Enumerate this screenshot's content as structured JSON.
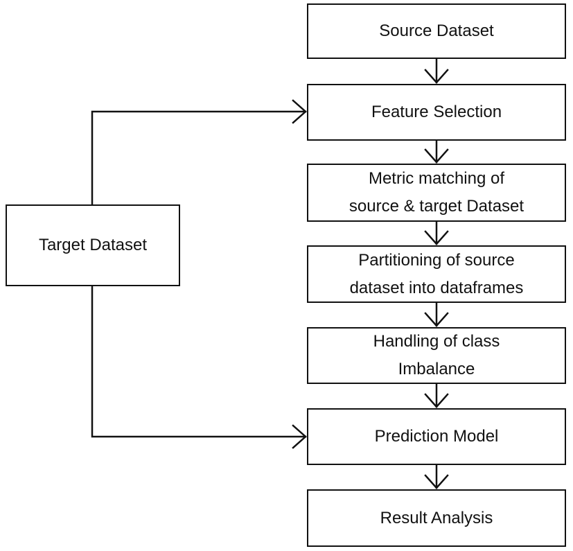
{
  "diagram": {
    "flow_boxes": [
      {
        "id": "source",
        "label": "Source Dataset"
      },
      {
        "id": "feature",
        "label": "Feature Selection"
      },
      {
        "id": "metric",
        "label": "Metric matching of\nsource & target Dataset"
      },
      {
        "id": "partition",
        "label": "Partitioning of source\ndataset into dataframes"
      },
      {
        "id": "imbalance",
        "label": "Handling of class\nImbalance"
      },
      {
        "id": "prediction",
        "label": "Prediction Model"
      },
      {
        "id": "result",
        "label": "Result Analysis"
      }
    ],
    "side_box": {
      "id": "target",
      "label": "Target Dataset"
    },
    "edges": [
      {
        "from": "source",
        "to": "feature"
      },
      {
        "from": "feature",
        "to": "metric"
      },
      {
        "from": "metric",
        "to": "partition"
      },
      {
        "from": "partition",
        "to": "imbalance"
      },
      {
        "from": "imbalance",
        "to": "prediction"
      },
      {
        "from": "prediction",
        "to": "result"
      },
      {
        "from": "target",
        "to": "feature"
      },
      {
        "from": "target",
        "to": "prediction"
      }
    ],
    "colors": {
      "stroke": "#111111",
      "background": "#ffffff",
      "text": "#111111"
    }
  }
}
